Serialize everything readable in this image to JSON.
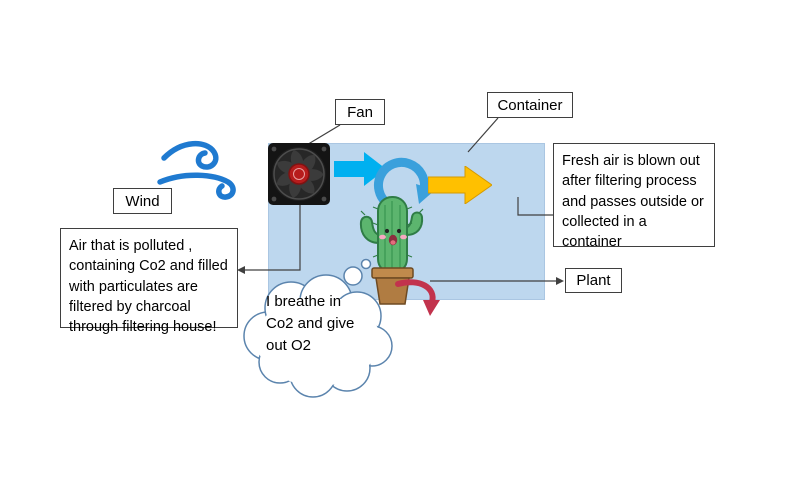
{
  "diagram": {
    "labels": {
      "fan": "Fan",
      "container": "Container",
      "wind": "Wind",
      "plant": "Plant"
    },
    "callouts": {
      "polluted_air": "Air that is polluted , containing Co2 and filled with particulates are filtered by charcoal through filtering house!",
      "fresh_air": "Fresh air is blown out after filtering process and passes outside or collected in a container",
      "thought": "I breathe in Co2 and give out O2"
    },
    "colors": {
      "chamber": "#bdd7ee",
      "inflow_arrow": "#00b0f0",
      "circulation_arrow": "#3aa0dc",
      "outflow_arrow": "#ffc000",
      "wind": "#1f7ad0",
      "co2_arrow": "#c2334d",
      "connector": "#404040"
    }
  }
}
